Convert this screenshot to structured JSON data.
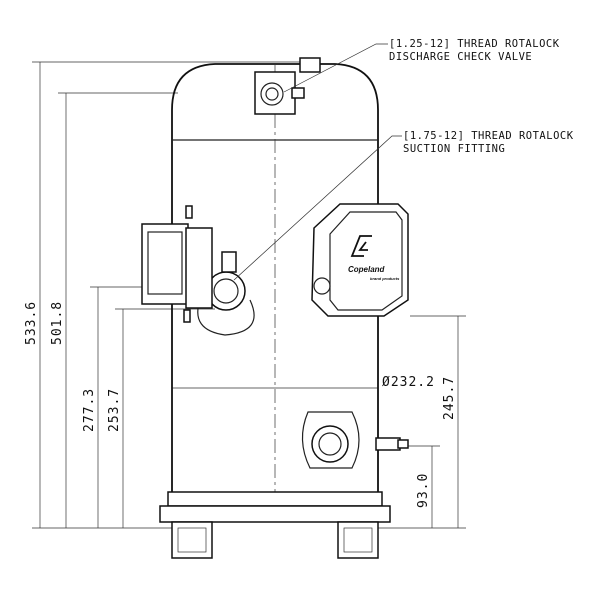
{
  "notes": {
    "discharge_line1": "[1.25-12] THREAD ROTALOCK",
    "discharge_line2": "DISCHARGE CHECK VALVE",
    "suction_line1": "[1.75-12] THREAD ROTALOCK",
    "suction_line2": "SUCTION FITTING"
  },
  "dimensions": {
    "overall_height": "533.6",
    "shell_height": "501.8",
    "suction_height_outer": "277.3",
    "suction_height_inner": "253.7",
    "terminal_box_height": "245.7",
    "oil_port_height": "93.0",
    "shell_diameter": "Ø232.2"
  },
  "logo": {
    "brand": "Copeland",
    "tagline": "brand products"
  }
}
